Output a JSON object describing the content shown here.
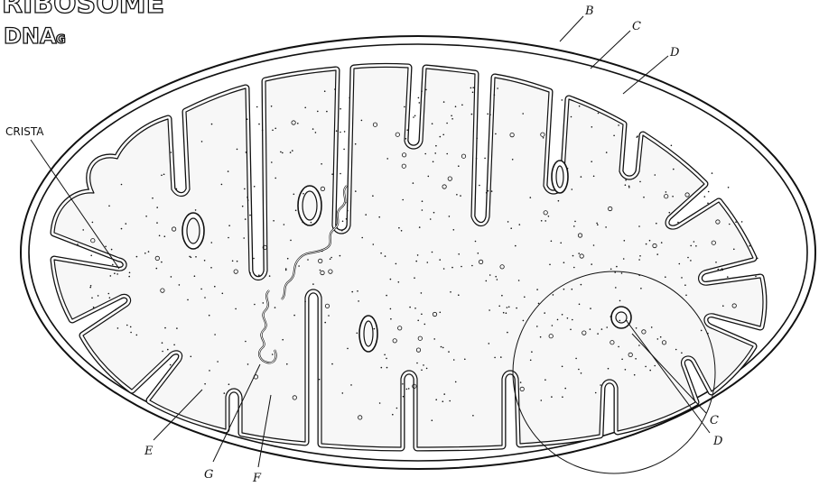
{
  "header": {
    "title_cut": "RIBOSOME",
    "title": "DNA",
    "title_subscript": "G"
  },
  "labels": {
    "crista": "CRISTA",
    "b_top": "B",
    "c_top": "C",
    "d_top": "D",
    "c_bottom": "C",
    "d_bottom": "D",
    "e": "E",
    "g": "G",
    "f": "F"
  },
  "colors": {
    "ink": "#111111",
    "matrix_fill": "#f7f7f7",
    "background": "#ffffff"
  }
}
